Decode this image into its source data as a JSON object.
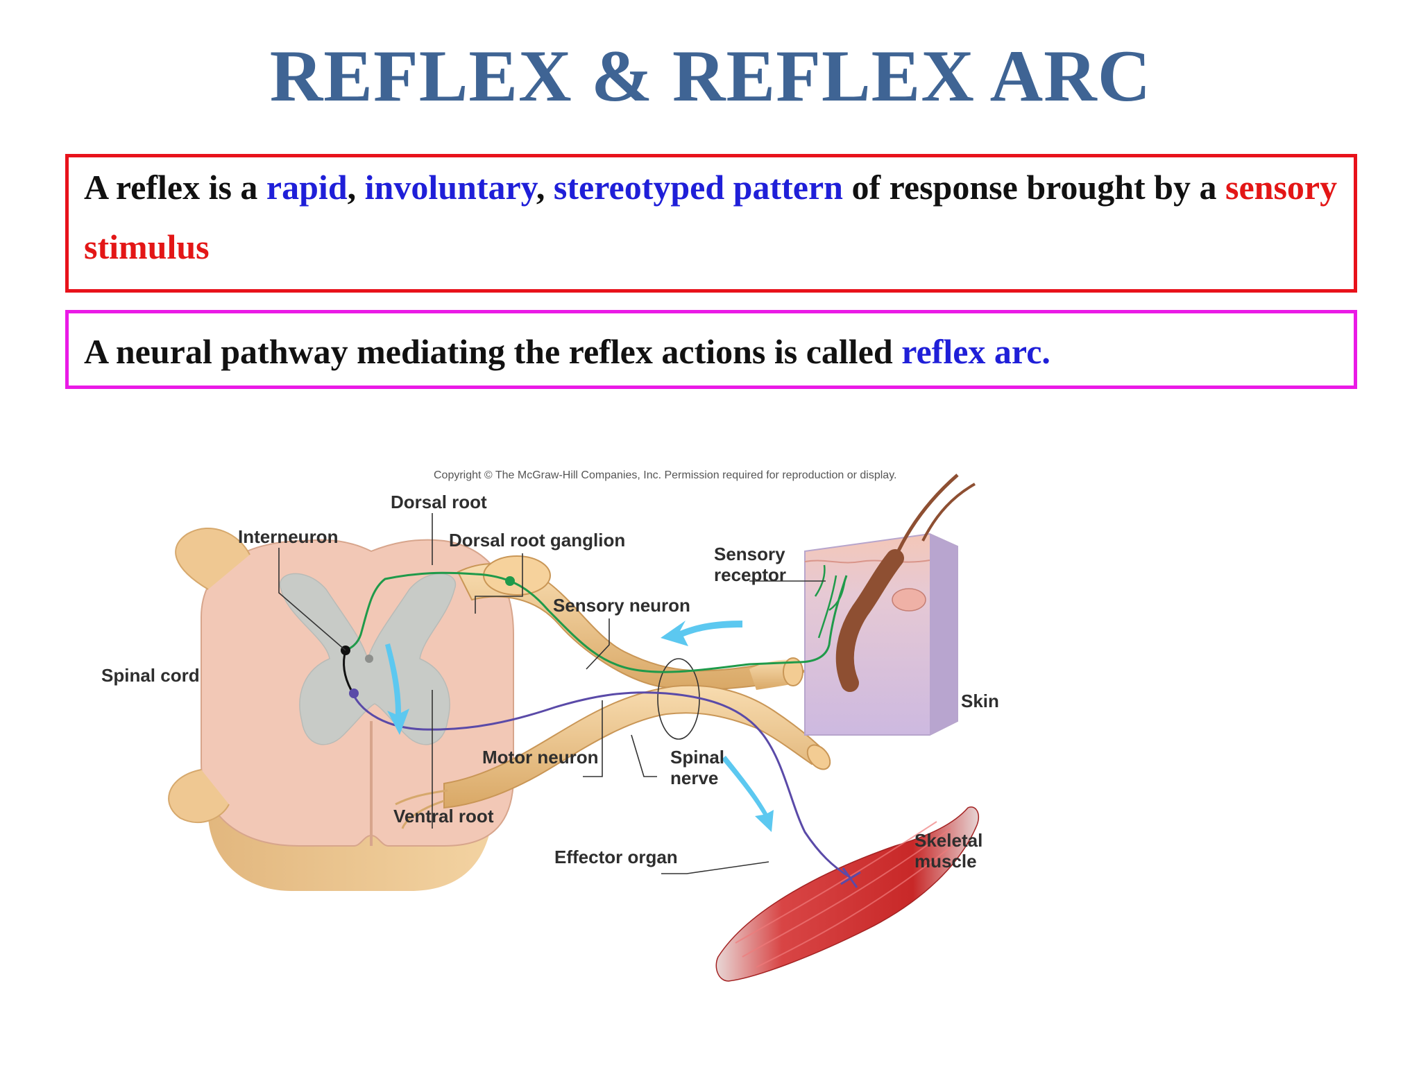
{
  "title": "REFLEX & REFLEX ARC",
  "definition": {
    "t1": "A reflex is a ",
    "rapid": "rapid",
    "sep1": ", ",
    "involuntary": "involuntary",
    "sep2": ", ",
    "stereotyped": "stereotyped pattern",
    "t2": " of response brought by a ",
    "stimulus": "sensory stimulus"
  },
  "pathway": {
    "t1": "A neural pathway mediating the reflex actions is called ",
    "term": "reflex arc",
    "end": "."
  },
  "diagram": {
    "copyright": "Copyright © The McGraw-Hill Companies, Inc. Permission required for reproduction or display.",
    "labels": {
      "dorsal_root": "Dorsal root",
      "interneuron": "Interneuron",
      "dorsal_root_ganglion": "Dorsal root ganglion",
      "sensory_receptor_1": "Sensory",
      "sensory_receptor_2": "receptor",
      "sensory_neuron": "Sensory neuron",
      "spinal_cord": "Spinal cord",
      "skin": "Skin",
      "motor_neuron": "Motor neuron",
      "spinal_nerve_1": "Spinal",
      "spinal_nerve_2": "nerve",
      "ventral_root": "Ventral root",
      "skeletal_muscle_1": "Skeletal",
      "skeletal_muscle_2": "muscle",
      "effector_organ": "Effector organ"
    },
    "colors": {
      "sensory_neuron": "#1f9a4a",
      "motor_neuron": "#5a4aa8",
      "nerve": "#efc58a",
      "gray_matter": "#c9ccc8",
      "white_matter": "#f3c9b8",
      "skin": "#d9c7e6",
      "muscle": "#d8383a",
      "arrow": "#5cc8f0"
    }
  }
}
